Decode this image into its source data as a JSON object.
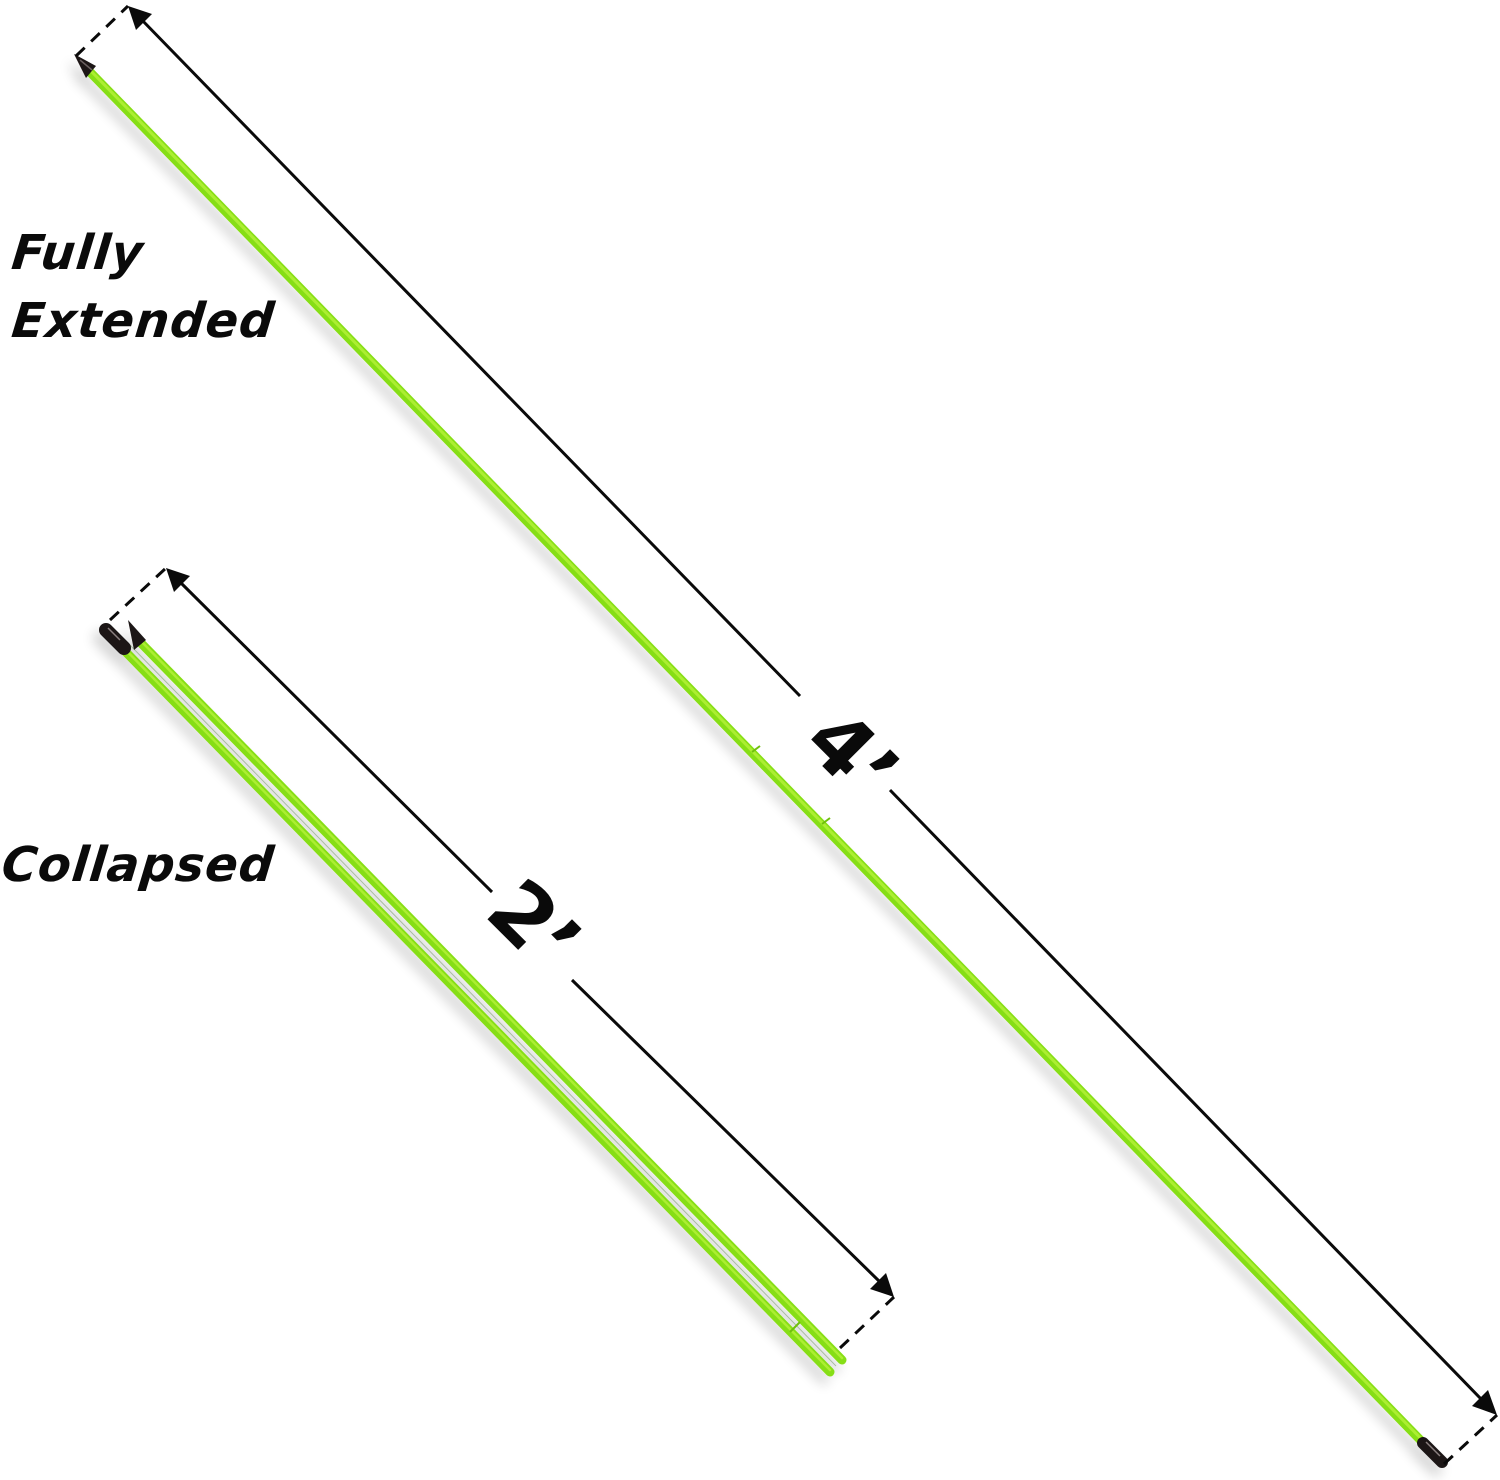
{
  "labels": {
    "extended_line1": "Fully",
    "extended_line2": "Extended",
    "collapsed": "Collapsed"
  },
  "dimensions": {
    "extended_length": "4’",
    "collapsed_length": "2’"
  },
  "colors": {
    "stick_green": "#8fe61a",
    "stick_highlight": "#c8f55a",
    "stick_shadow": "#6fbf10",
    "cap_black": "#1a1414",
    "line_black": "#0a0a0a",
    "background": "#ffffff"
  },
  "icons": {
    "arrowhead": "arrowhead-icon",
    "end_cap": "end-cap-icon"
  }
}
